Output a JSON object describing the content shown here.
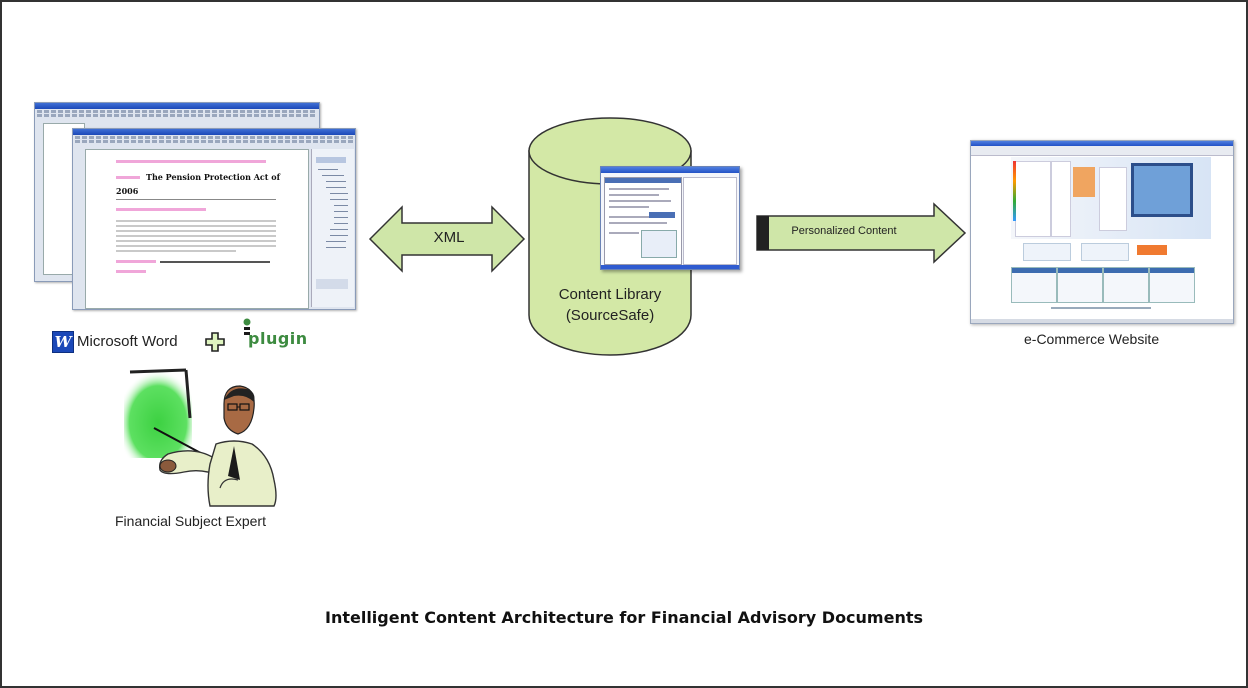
{
  "authoring": {
    "word_icon_letter": "W",
    "word_label": "Microsoft Word",
    "plus_icon": "plus-icon",
    "plugin_label": "plugin",
    "doc_page": {
      "heading_line1": "The Pension Protection Act of",
      "heading_line2": "2006"
    }
  },
  "expert": {
    "label": "Financial Subject Expert"
  },
  "arrow_xml": {
    "label": "XML"
  },
  "library": {
    "line1": "Content Library",
    "line2": "(SourceSafe)"
  },
  "arrow_personalized": {
    "label": "Personalized Content"
  },
  "website": {
    "label": "e-Commerce Website"
  },
  "footer": {
    "title": "Intelligent Content Architecture for Financial Advisory Documents"
  },
  "colors": {
    "arrow_fill": "#cfe6a8",
    "cylinder_fill": "#d3e8a6",
    "outline": "#333333",
    "word_blue": "#1b48b8",
    "plugin_green": "#3d8b40",
    "teacher_green": "#3dd142"
  }
}
